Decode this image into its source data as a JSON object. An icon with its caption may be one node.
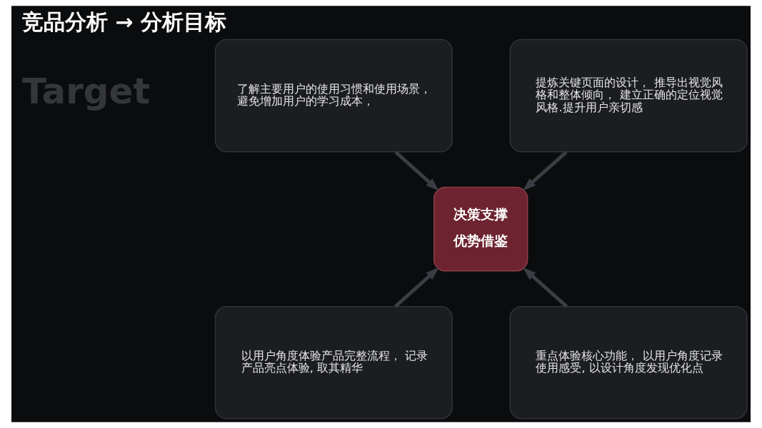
{
  "diagram": {
    "title": "竞品分析 → 分析目标",
    "nodes": [
      {
        "text": [
          "了解主要用户的使用习惯和使用场景，避免增加用户的学习成本，"
        ]
      },
      {
        "text": [
          "提炼关键页面的设计， 推导出视觉风格和整体倾向， 建立正确的定位视觉风格.提升用户亲切感"
        ]
      },
      {
        "text": [
          "决策支撑",
          "优势借鉴"
        ]
      },
      {
        "text": [
          "以用户角度体验产品完整流程， 记录产品亮点体验, 取其精华"
        ]
      },
      {
        "text": [
          "重点体验核心功能， 以用户角度记录使用感受, 以设计角度发现优化点"
        ]
      }
    ],
    "edges": [
      {
        "from": 0,
        "to": 2,
        "arrow": "to"
      },
      {
        "from": 1,
        "to": 2,
        "arrow": "to"
      },
      {
        "from": 3,
        "to": 2,
        "arrow": "to"
      },
      {
        "from": 4,
        "to": 2,
        "arrow": "to"
      }
    ],
    "labels": [
      "Target"
    ]
  }
}
